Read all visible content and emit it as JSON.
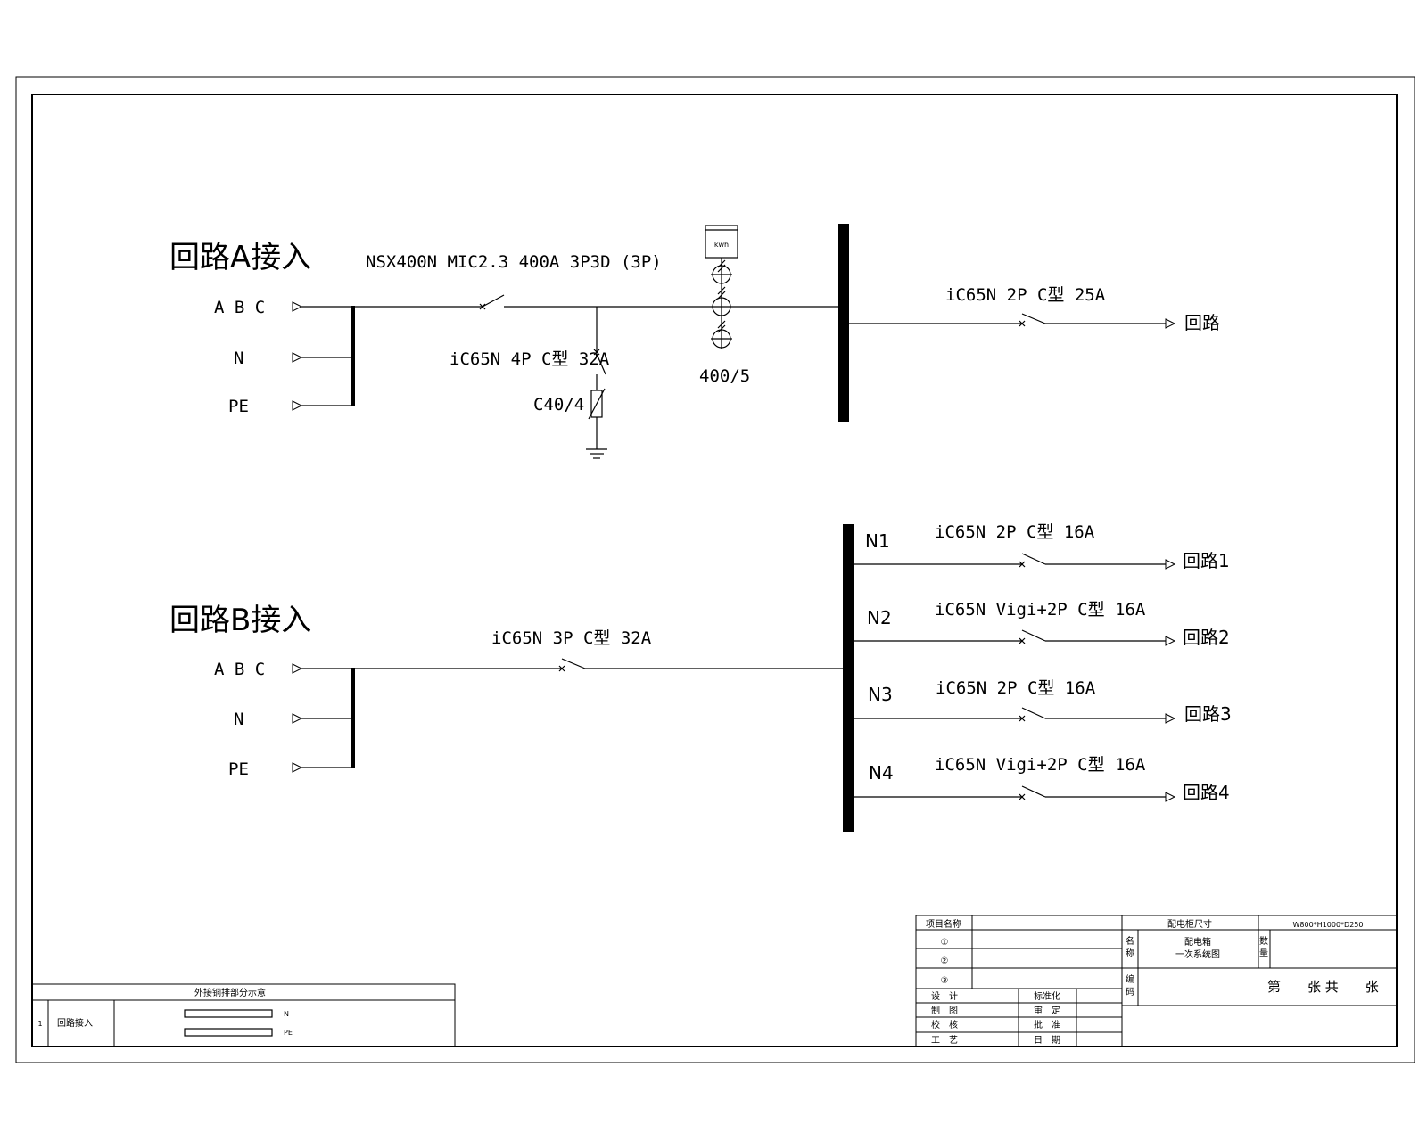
{
  "circuit_a": {
    "title": "回路A接入",
    "phase_labels": [
      "A B C",
      "N",
      "PE"
    ],
    "main_breaker": "NSX400N MIC2.3 400A 3P3D (3P)",
    "spd_breaker": "iC65N 4P C型 32A",
    "spd": "C40/4",
    "meter": "kwh",
    "ct_ratio": "400/5",
    "outgoing_breaker": "iC65N 2P C型 25A",
    "outgoing_label": "回路"
  },
  "circuit_b": {
    "title": "回路B接入",
    "phase_labels": [
      "A B C",
      "N",
      "PE"
    ],
    "main_breaker": "iC65N 3P C型 32A",
    "outputs": [
      {
        "bus": "N1",
        "breaker": "iC65N 2P C型 16A",
        "label": "回路1"
      },
      {
        "bus": "N2",
        "breaker": "iC65N Vigi+2P C型 16A",
        "label": "回路2"
      },
      {
        "bus": "N3",
        "breaker": "iC65N 2P C型 16A",
        "label": "回路3"
      },
      {
        "bus": "N4",
        "breaker": "iC65N Vigi+2P C型 16A",
        "label": "回路4"
      }
    ]
  },
  "copper_table": {
    "title": "外接铜排部分示意",
    "row_no": "1",
    "row_label": "回路接入",
    "bars": [
      "N",
      "PE"
    ]
  },
  "title_block": {
    "project_name": "项目名称",
    "items": [
      "①",
      "②",
      "③"
    ],
    "cabinet_size_label": "配电柜尺寸",
    "cabinet_size": "W800*H1000*D250",
    "name_label": [
      "名",
      "称"
    ],
    "name_value": [
      "配电箱",
      "一次系统图"
    ],
    "qty_label": [
      "数",
      "量"
    ],
    "code_label": [
      "编",
      "码"
    ],
    "sheet": "第　　张 共　　张",
    "roles_left": [
      "设　计",
      "制　图",
      "校　核",
      "工　艺"
    ],
    "roles_right": [
      "标准化",
      "审　定",
      "批　准",
      "日　期"
    ]
  }
}
